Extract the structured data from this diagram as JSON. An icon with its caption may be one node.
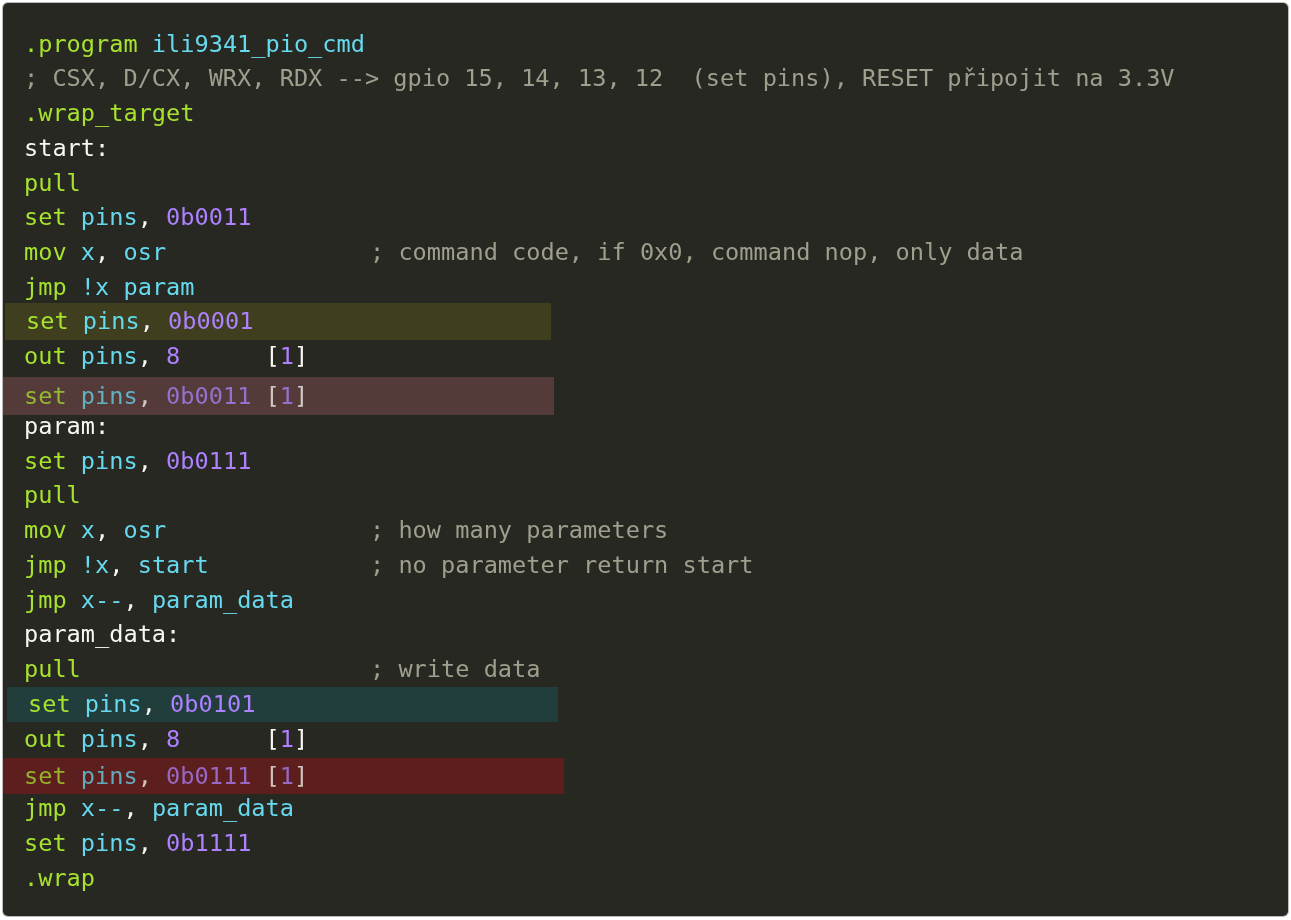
{
  "diagram": {
    "nodes": [
      {
        "text": [
          "set pins, 0b0001"
        ]
      },
      {
        "text": [
          "set pins, 0b0011 [1]"
        ]
      },
      {
        "text": [
          "set pins, 0b0101"
        ]
      },
      {
        "text": [
          "set pins, 0b0111 [1]"
        ]
      }
    ],
    "labels": [
      ".program ili9341_pio_cmd",
      "; CSX, D/CX, WRX, RDX --> gpio 15, 14, 13, 12  (set pins), RESET připojit na 3.3V",
      ".wrap_target",
      "start:",
      "pull",
      "set pins, 0b0011",
      "mov x, osr",
      "; command code, if 0x0, command nop, only data",
      "jmp !x param",
      "out pins, 8      [1]",
      "param:",
      "set pins, 0b0111",
      "pull",
      "mov x, osr",
      "; how many parameters",
      "jmp !x, start",
      "; no parameter return start",
      "jmp x--, param_data",
      "param_data:",
      "pull",
      "; write data",
      "out pins, 8      [1]",
      "jmp x--, param_data",
      "set pins, 0b1111",
      ".wrap"
    ]
  }
}
